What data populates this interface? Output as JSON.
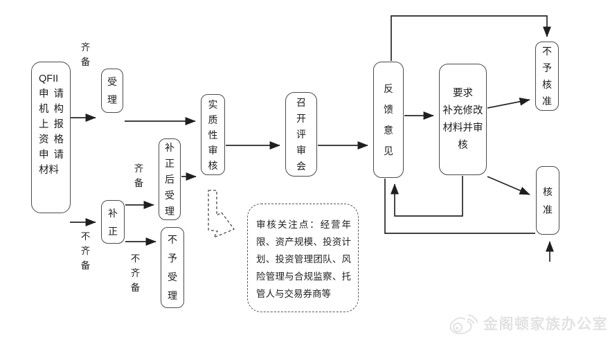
{
  "diagram": {
    "boxes": {
      "qfii_materials": "QFII\n申请机构上报资格申请材料",
      "shouli": "受理",
      "buzheng": "补正",
      "buzheng_hou_shouli": "补正后受理",
      "buyu_shouli": "不予受理",
      "shizhixing_shenhe": "实质性审核",
      "zhaokai_pingshenhui": "召开评审会",
      "fankui_yijian": "反馈意见",
      "yaoqiu_buchong": "要求\n补充修改材料并审核",
      "buyu_hezhun": "不予核准",
      "hezhun": "核准"
    },
    "labels": {
      "qibei_top": "齐备",
      "qibei_mid": "齐备",
      "bu_qibei_left": "不齐备",
      "bu_qibei_mid": "不齐备"
    },
    "note_text": "审核关注点：经营年限、资产规模、投资计划、投资管理团队、风险管理与合规监察、托管人与交易券商等",
    "colors": {
      "line": "#262626",
      "border": "#4a4a4a",
      "text": "#1b1b1b",
      "watermark": "#e2e2e2"
    }
  },
  "watermark": {
    "text": "金阁顿家族办公室",
    "icon": "weibo-icon"
  }
}
